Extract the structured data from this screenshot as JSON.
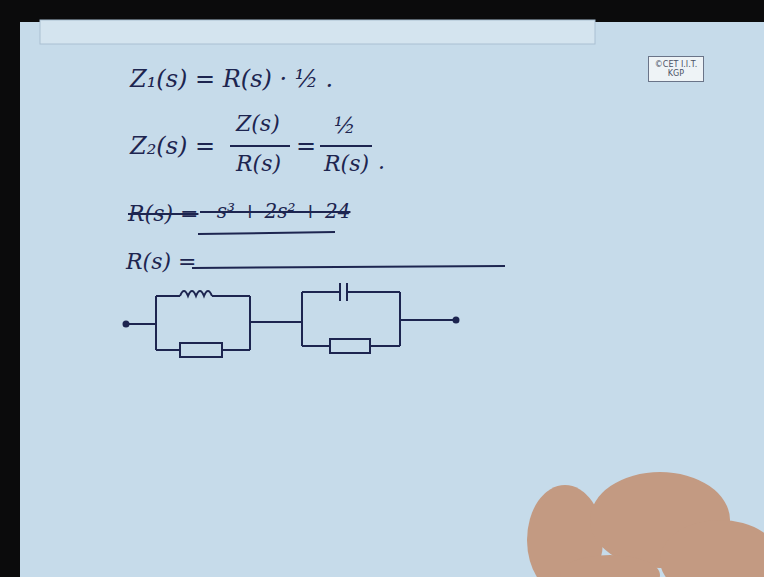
{
  "diagram": {
    "nodes": [
      {
        "text": [
          "©CET I.I.T. KGP"
        ]
      }
    ],
    "labels": [
      "Z₁(s) = R(s) · ½ .",
      "Z₂(s) =",
      "Z(s)",
      "R(s)",
      "=",
      "½",
      "R(s)",
      ".",
      "R(s) =",
      "−s³ + 2s² + 24",
      "R(s) ="
    ]
  }
}
